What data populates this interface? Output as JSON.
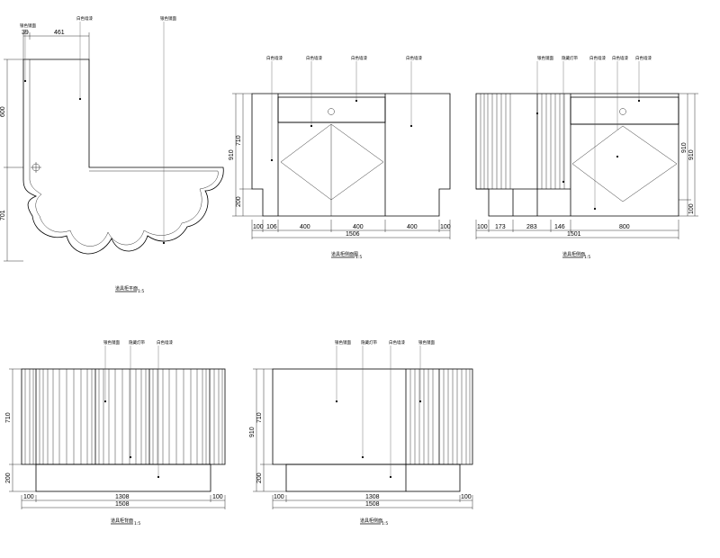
{
  "drawings": {
    "plan": {
      "title": "道具柜平面",
      "scale": "1:5",
      "annotations": [
        "银色镜面",
        "白色墙漆",
        "银色镜面"
      ],
      "dims_top": [
        "39",
        "461"
      ],
      "dims_left": [
        "600",
        "701"
      ]
    },
    "elev_a": {
      "title": "道具柜侧面图",
      "scale": "1:5",
      "annotations": [
        "白色墙漆",
        "白色墙漆",
        "白色墙漆",
        "白色墙漆"
      ],
      "dims_bottom": [
        "100",
        "106",
        "400",
        "400",
        "400",
        "100"
      ],
      "dim_total": "1506",
      "dims_left": [
        "710",
        "910",
        "200"
      ]
    },
    "elev_b": {
      "title": "道具柜侧面",
      "scale": "1:5",
      "annotations": [
        "银色镜面",
        "隐藏灯带",
        "白色墙漆",
        "白色墙漆",
        "白色墙漆"
      ],
      "dims_bottom": [
        "100",
        "173",
        "283",
        "146",
        "800"
      ],
      "dim_total": "1501",
      "dims_right": [
        "910",
        "910",
        "100"
      ]
    },
    "elev_c": {
      "title": "道具柜背面",
      "scale": "1:5",
      "annotations": [
        "银色镜面",
        "隐藏灯带",
        "白色墙漆"
      ],
      "dims_bottom": [
        "100",
        "1308",
        "100"
      ],
      "dim_total": "1508",
      "dims_left": [
        "710",
        "200"
      ]
    },
    "elev_d": {
      "title": "道具柜侧面",
      "scale": "1:5",
      "annotations": [
        "银色镜面",
        "隐藏灯带",
        "白色墙漆",
        "银色镜面"
      ],
      "dims_bottom": [
        "100",
        "1308",
        "100"
      ],
      "dim_total": "1508",
      "dims_left": [
        "910",
        "710",
        "200"
      ]
    }
  }
}
